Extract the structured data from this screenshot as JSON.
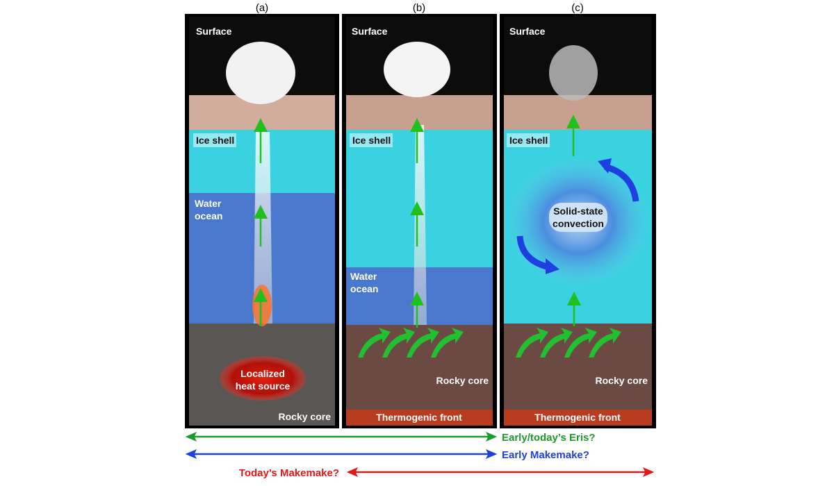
{
  "panels": [
    {
      "id": "a",
      "title": "(a)",
      "surface": "Surface",
      "ice": "Ice shell",
      "ocean1": "Water",
      "ocean2": "ocean",
      "heat1": "Localized",
      "heat2": "heat source",
      "core": "Rocky core"
    },
    {
      "id": "b",
      "title": "(b)",
      "surface": "Surface",
      "ice": "Ice shell",
      "ocean1": "Water",
      "ocean2": "ocean",
      "core": "Rocky core",
      "front": "Thermogenic front"
    },
    {
      "id": "c",
      "title": "(c)",
      "surface": "Surface",
      "ice": "Ice shell",
      "conv1": "Solid-state",
      "conv2": "convection",
      "core": "Rocky core",
      "front": "Thermogenic front"
    }
  ],
  "legend": [
    {
      "label": "Early/today’s Eris?",
      "color": "#1a9a2a"
    },
    {
      "label": "Early Makemake?",
      "color": "#1f3fe0"
    },
    {
      "label": "Today’s Makemake?",
      "color": "#e01818"
    }
  ]
}
